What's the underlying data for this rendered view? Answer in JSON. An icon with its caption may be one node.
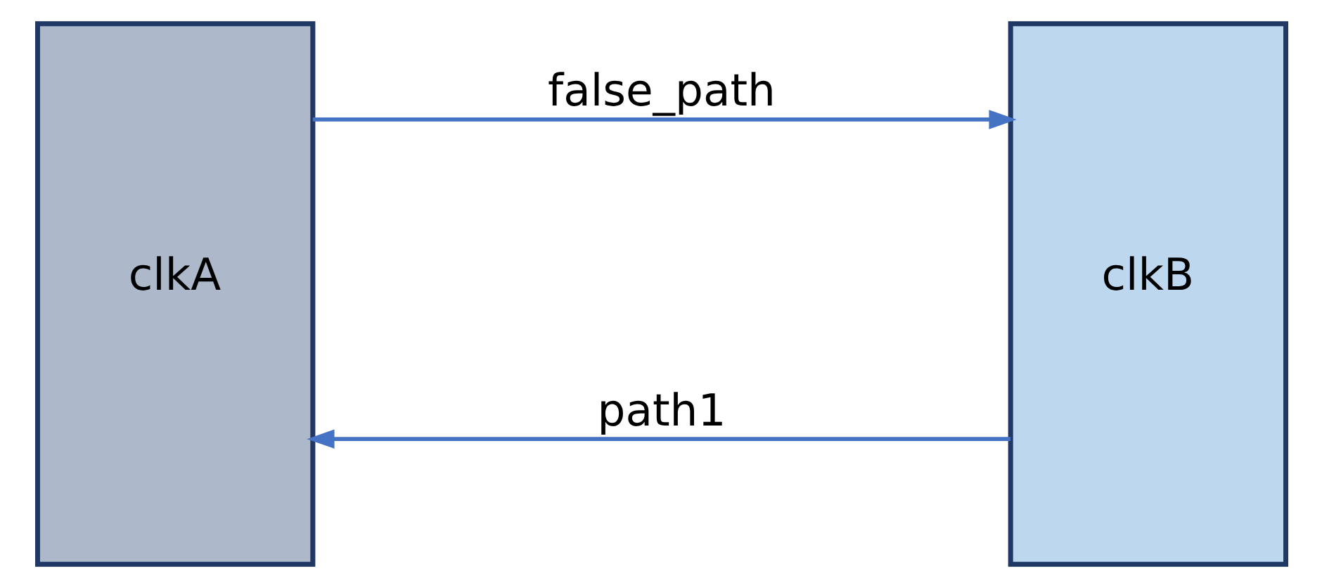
{
  "diagram": {
    "nodes": [
      {
        "text": [
          "clkA"
        ]
      },
      {
        "text": [
          "clkB"
        ]
      }
    ],
    "edges": [
      {
        "from": 0,
        "to": 1,
        "arrow": "to",
        "label": "false_path"
      },
      {
        "from": 1,
        "to": 0,
        "arrow": "to",
        "label": "path1"
      }
    ]
  }
}
